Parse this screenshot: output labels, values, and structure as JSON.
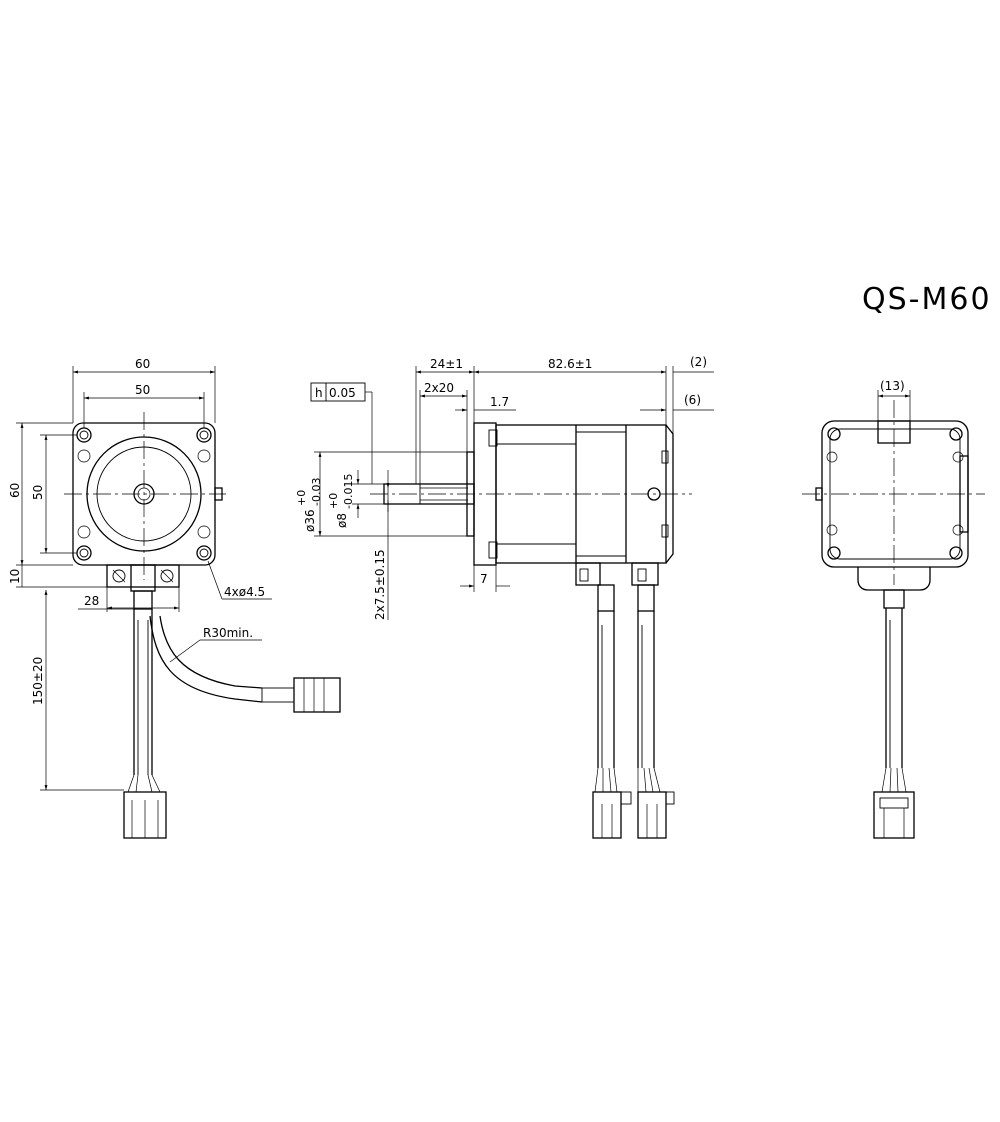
{
  "drawing": {
    "model": "QS-M60"
  },
  "front_view": {
    "dims": {
      "width_outer": "60",
      "width_holes": "50",
      "height_outer": "60",
      "height_holes": "50",
      "mount_holes": "4xø4.5",
      "connector_offset": "10",
      "connector_width": "28",
      "cable_bend_radius": "R30min.",
      "cable_length": "150±20"
    }
  },
  "side_view": {
    "dims": {
      "shaft_length": "24±1",
      "body_length": "82.6±1",
      "rear_cap": "(2)",
      "flat_length": "2x20",
      "flange_step": "1.7",
      "rear_offset": "(6)",
      "pilot_diameter": "ø36",
      "pilot_tol_upper": "+0",
      "pilot_tol_lower": "-0.03",
      "shaft_diameter": "ø8",
      "shaft_tol_upper": "+0",
      "shaft_tol_lower": "-0.015",
      "flat_depth": "2x7.5±0.15",
      "flange_thickness": "7",
      "flatness_symbol": "h",
      "flatness_value": "0.05"
    }
  },
  "rear_view": {
    "dims": {
      "connector_width": "(13)"
    }
  }
}
